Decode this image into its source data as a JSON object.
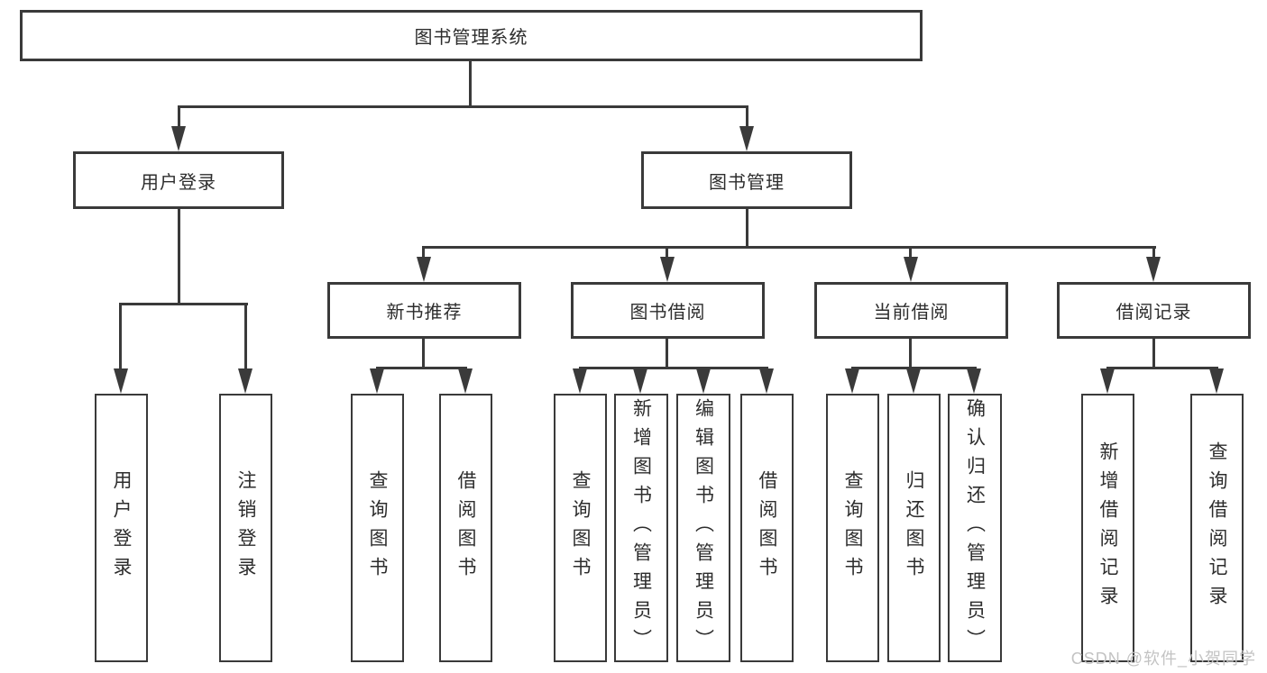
{
  "diagram": {
    "nodes": {
      "root": "图书管理系统",
      "user_login": "用户登录",
      "book_mgmt": "图书管理",
      "new_book_rec": "新书推荐",
      "book_borrow": "图书借阅",
      "current_borrow": "当前借阅",
      "borrow_record": "借阅记录"
    },
    "leaves": {
      "user_login": [
        "用户登录",
        "注销登录"
      ],
      "new_book_rec": [
        "查询图书",
        "借阅图书"
      ],
      "book_borrow": [
        "查询图书",
        "新增图书（管理员）",
        "编辑图书（管理员）",
        "借阅图书"
      ],
      "current_borrow": [
        "查询图书",
        "归还图书",
        "确认归还（管理员）"
      ],
      "borrow_record": [
        "新增借阅记录",
        "查询借阅记录"
      ]
    },
    "colors": {
      "line": "#3a3a3a",
      "box_border": "#3a3a3a",
      "text": "#2d2d2d",
      "background": "#ffffff",
      "watermark_text_color": "#c3c3c3"
    }
  },
  "watermark": {
    "text": "CSDN @软件_小贺同学"
  }
}
